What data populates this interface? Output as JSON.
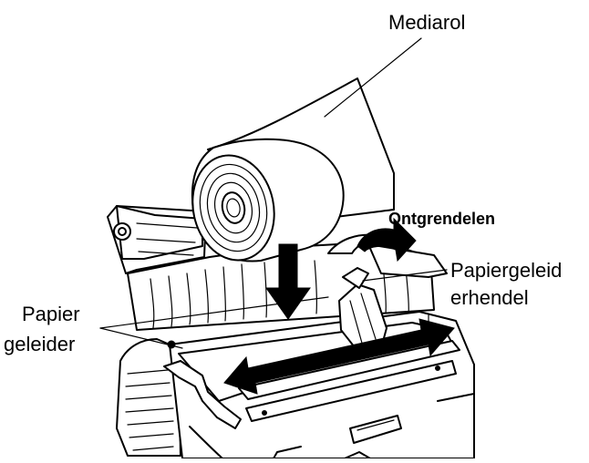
{
  "labels": {
    "media_roll": "Mediarol",
    "release": "Ontgrendelen",
    "guide_lever_line1": "Papiergeleid",
    "guide_lever_line2": "erhendel",
    "paper_guides_line1": "Papier",
    "paper_guides_line2": "geleider"
  }
}
